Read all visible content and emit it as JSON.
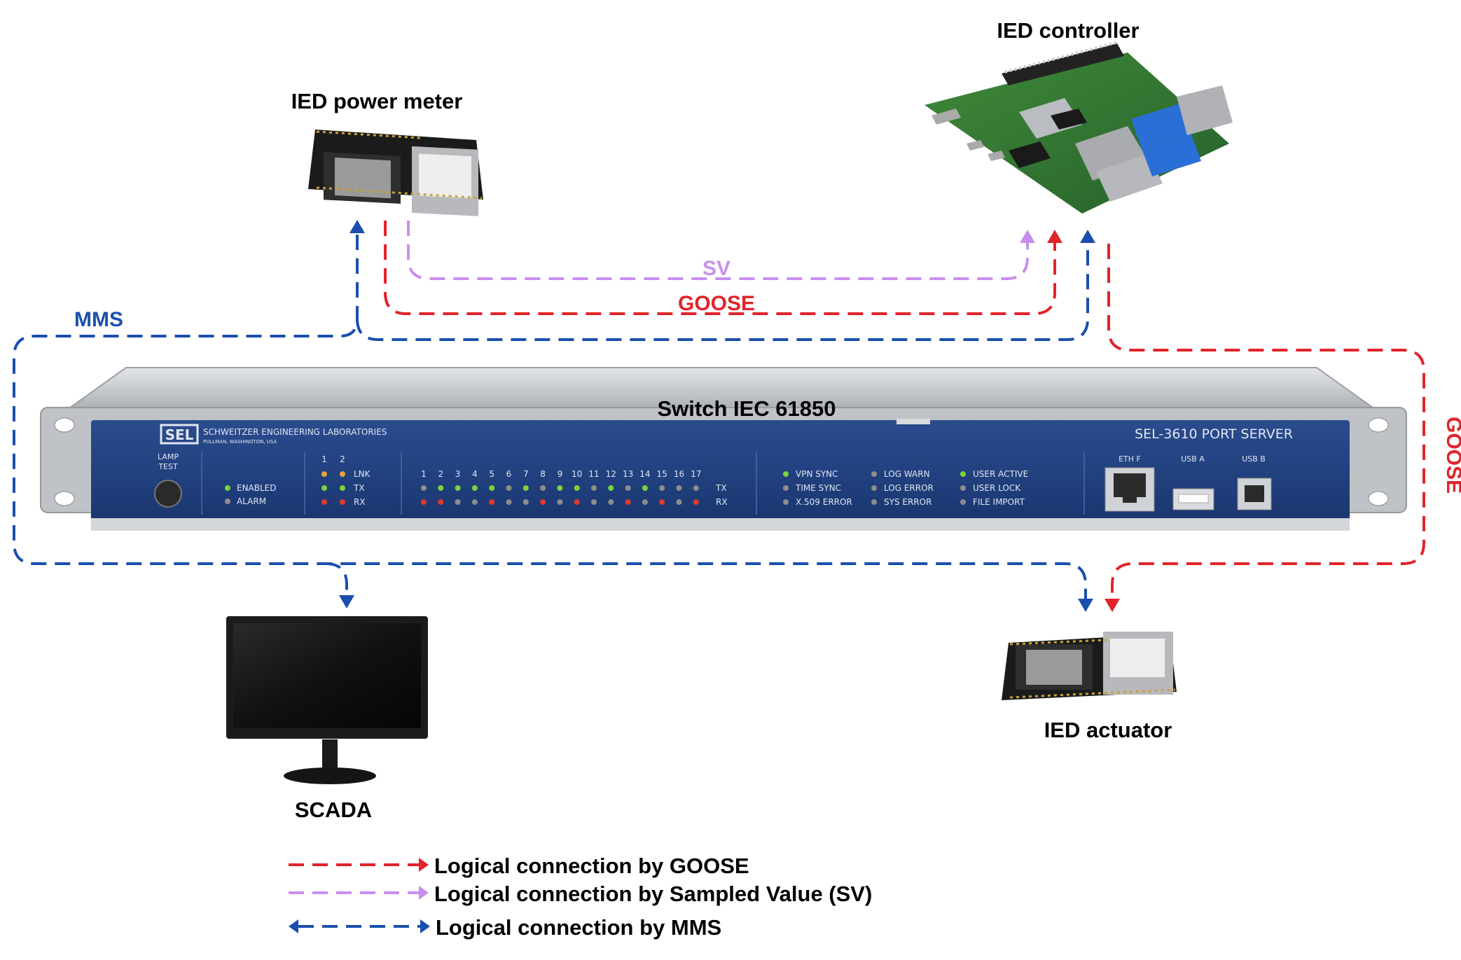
{
  "colors": {
    "goose": "#e0242a",
    "sv": "#c98ff0",
    "mms": "#1a4fae",
    "panel": "#1f3f80",
    "chassis": "#c9ccd1",
    "led_green": "#7bd43a",
    "led_orange": "#e8a33a",
    "led_red": "#e03a2a",
    "led_off": "#8d8d8d"
  },
  "devices": {
    "power_meter": "IED power meter",
    "controller": "IED controller",
    "actuator": "IED actuator",
    "scada": "SCADA",
    "switch": "Switch IEC 61850"
  },
  "links": {
    "sv": "SV",
    "goose_top": "GOOSE",
    "mms": "MMS",
    "goose_right": "GOOSE"
  },
  "switch_panel": {
    "brand_logo": "SEL",
    "brand_name": "SCHWEITZER ENGINEERING LABORATORIES",
    "brand_location": "PULLMAN, WASHINGTON, USA",
    "model": "SEL-3610 PORT SERVER",
    "lamp_test": [
      "LAMP",
      "TEST"
    ],
    "enabled": "ENABLED",
    "alarm": "ALARM",
    "lnk_ports": [
      "1",
      "2"
    ],
    "lnk_label": "LNK",
    "tx_label": "TX",
    "rx_label": "RX",
    "ports": [
      "1",
      "2",
      "3",
      "4",
      "5",
      "6",
      "7",
      "8",
      "9",
      "10",
      "11",
      "12",
      "13",
      "14",
      "15",
      "16",
      "17"
    ],
    "status_col1": [
      "VPN SYNC",
      "TIME SYNC",
      "X.509 ERROR"
    ],
    "status_col2": [
      "LOG WARN",
      "LOG ERROR",
      "SYS ERROR"
    ],
    "status_col3": [
      "USER ACTIVE",
      "USER LOCK",
      "FILE IMPORT"
    ],
    "eth_label": "ETH F",
    "usb_a": "USB A",
    "usb_b": "USB B"
  },
  "legend": {
    "goose": "Logical connection by GOOSE",
    "sv": "Logical connection by Sampled Value (SV)",
    "mms": "Logical connection by MMS"
  }
}
